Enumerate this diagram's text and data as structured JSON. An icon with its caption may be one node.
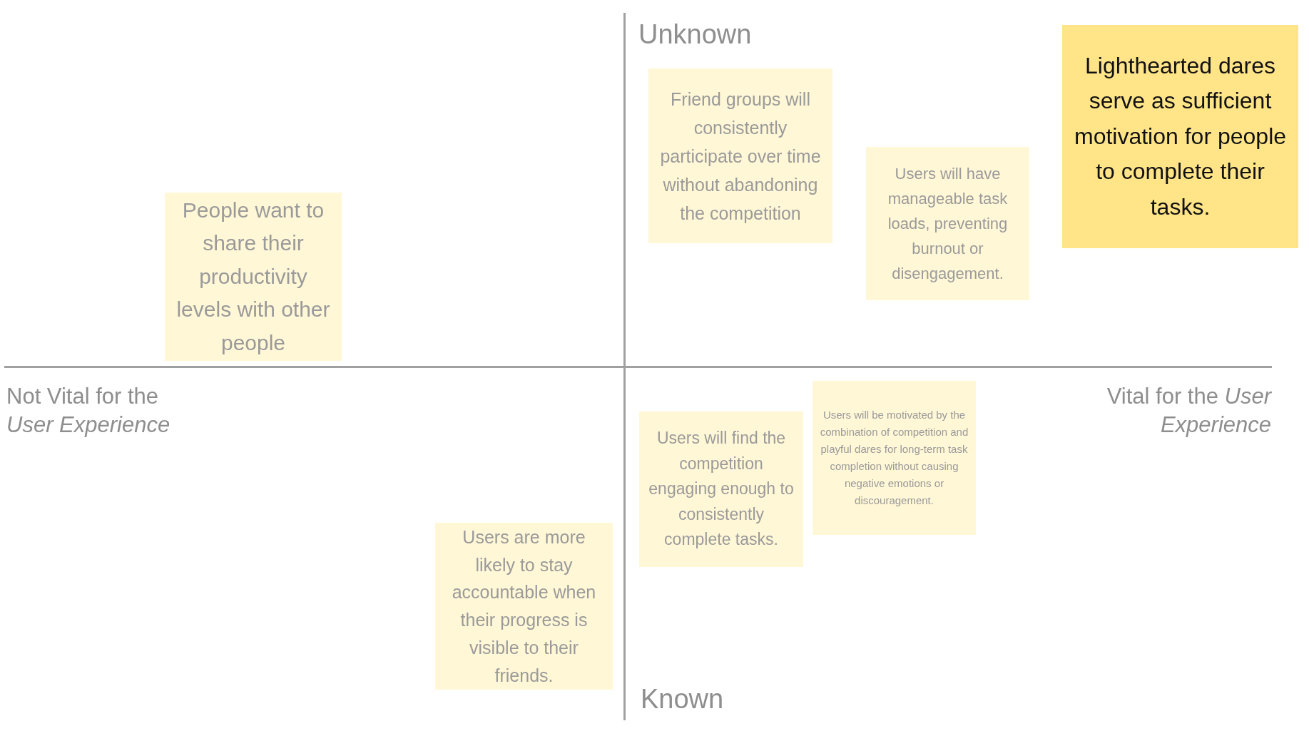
{
  "diagram": {
    "nodes": [
      {
        "text": [
          "Lighthearted dares serve as sufficient motivation for people to complete their tasks."
        ]
      },
      {
        "text": [
          "Friend groups will consistently participate over time without abandoning the competition"
        ]
      },
      {
        "text": [
          "Users will have manageable task loads, preventing burnout or disengagement."
        ]
      },
      {
        "text": [
          "People want to share their productivity levels with other people"
        ]
      },
      {
        "text": [
          "Users will be motivated by the combination of competition and playful dares for long-term task completion without causing negative emotions or discouragement."
        ]
      },
      {
        "text": [
          "Users will find the competition engaging enough to consistently complete tasks."
        ]
      },
      {
        "text": [
          "Users are more likely to stay accountable when their progress is visible to their friends."
        ]
      }
    ],
    "labels": [
      "Unknown",
      "Not Vital for the *User Experience*",
      "Vital for the *User Experience*",
      "Known"
    ]
  }
}
